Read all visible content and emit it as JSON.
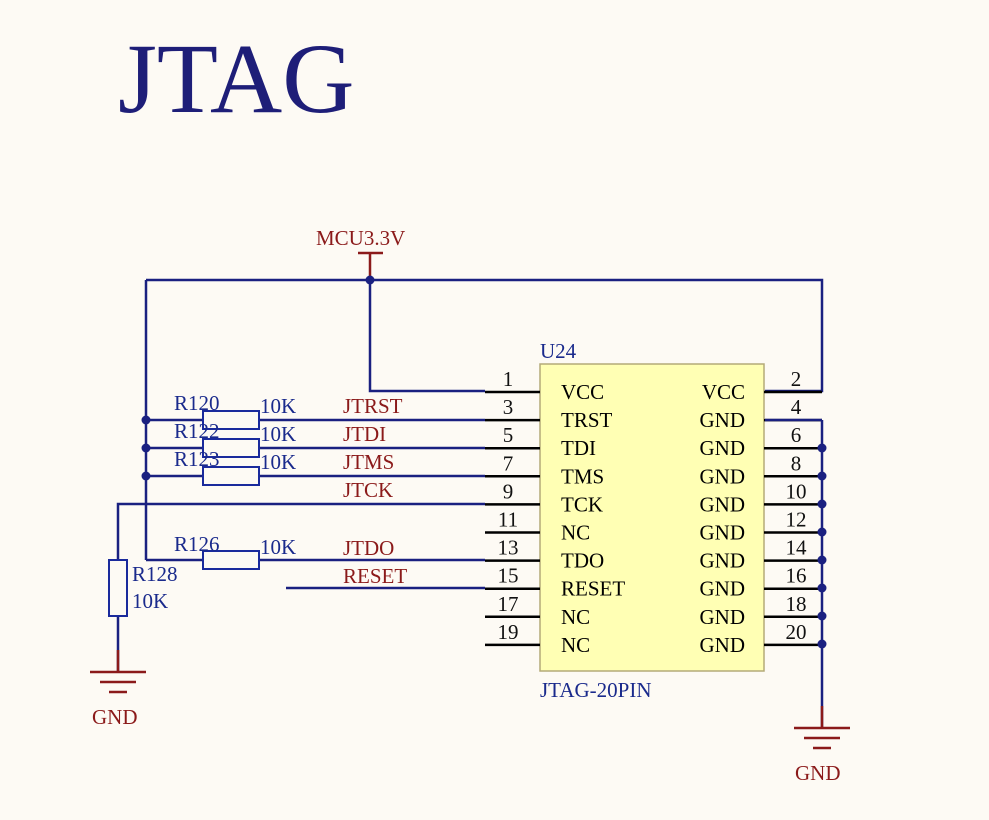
{
  "title": "JTAG",
  "power": {
    "label": "MCU3.3V"
  },
  "ground_labels": {
    "left": "GND",
    "right": "GND"
  },
  "connector": {
    "designator": "U24",
    "part": "JTAG-20PIN",
    "left_pins": [
      {
        "num": "1",
        "name": "VCC"
      },
      {
        "num": "3",
        "name": "TRST"
      },
      {
        "num": "5",
        "name": "TDI"
      },
      {
        "num": "7",
        "name": "TMS"
      },
      {
        "num": "9",
        "name": "TCK"
      },
      {
        "num": "11",
        "name": "NC"
      },
      {
        "num": "13",
        "name": "TDO"
      },
      {
        "num": "15",
        "name": "RESET"
      },
      {
        "num": "17",
        "name": "NC"
      },
      {
        "num": "19",
        "name": "NC"
      }
    ],
    "right_pins": [
      {
        "num": "2",
        "name": "VCC"
      },
      {
        "num": "4",
        "name": "GND"
      },
      {
        "num": "6",
        "name": "GND"
      },
      {
        "num": "8",
        "name": "GND"
      },
      {
        "num": "10",
        "name": "GND"
      },
      {
        "num": "12",
        "name": "GND"
      },
      {
        "num": "14",
        "name": "GND"
      },
      {
        "num": "16",
        "name": "GND"
      },
      {
        "num": "18",
        "name": "GND"
      },
      {
        "num": "20",
        "name": "GND"
      }
    ]
  },
  "resistors": [
    {
      "ref": "R120",
      "value": "10K"
    },
    {
      "ref": "R122",
      "value": "10K"
    },
    {
      "ref": "R123",
      "value": "10K"
    },
    {
      "ref": "R126",
      "value": "10K"
    },
    {
      "ref": "R128",
      "value": "10K"
    }
  ],
  "net_labels": [
    "JTRST",
    "JTDI",
    "JTMS",
    "JTCK",
    "JTDO",
    "RESET"
  ]
}
